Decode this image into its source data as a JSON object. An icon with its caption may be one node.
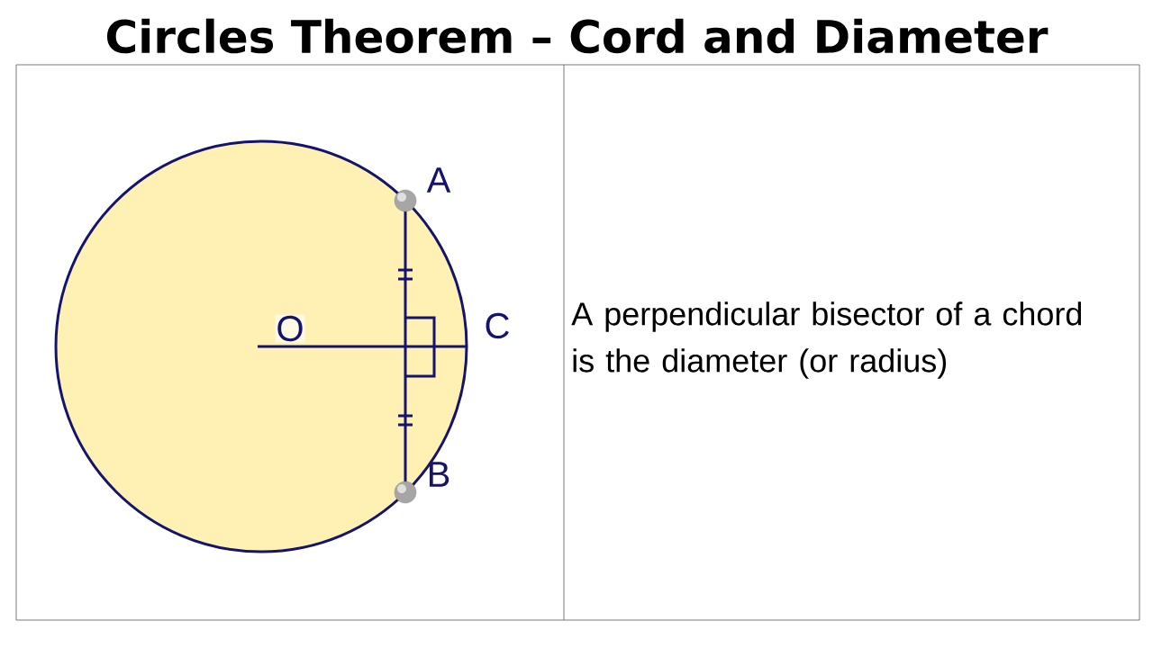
{
  "diagram": {
    "title": "Circles Theorem – Cord and Diameter",
    "labels": [
      "A",
      "O",
      "C",
      "B",
      "A perpendicular bisector of a chord is the diameter (or radius)"
    ]
  }
}
